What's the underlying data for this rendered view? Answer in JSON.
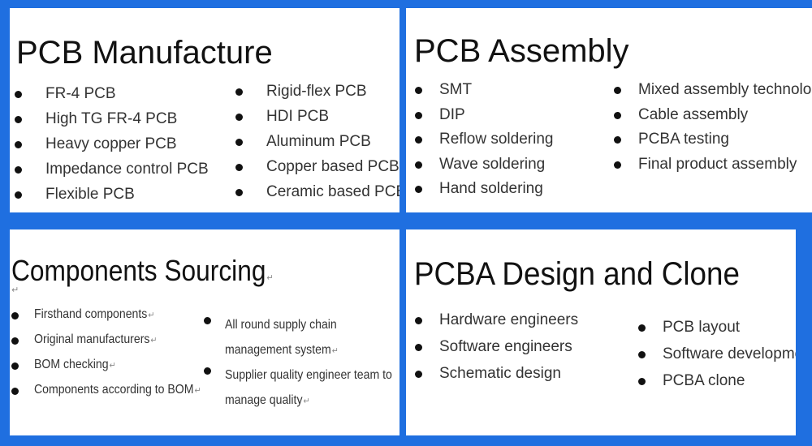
{
  "panels": {
    "manufacture": {
      "title": "PCB Manufacture",
      "col1": [
        "FR-4 PCB",
        "High TG FR-4 PCB",
        "Heavy copper PCB",
        "Impedance control PCB",
        "Flexible PCB"
      ],
      "col2": [
        "Rigid-flex PCB",
        "HDI PCB",
        "Aluminum PCB",
        "Copper based PCB",
        "Ceramic based PCB"
      ]
    },
    "assembly": {
      "title": "PCB Assembly",
      "col1": [
        "SMT",
        "DIP",
        "Reflow soldering",
        "Wave soldering",
        "Hand soldering"
      ],
      "col2": [
        "Mixed assembly technologies",
        "Cable assembly",
        "PCBA testing",
        "Final product assembly"
      ]
    },
    "sourcing": {
      "title": "Components Sourcing",
      "col1": [
        "Firsthand components",
        "Original manufacturers",
        "BOM checking",
        "Components according to BOM"
      ],
      "col2": [
        "All round supply chain management system",
        "Supplier quality engineer team to manage quality"
      ],
      "para_mark": "↵"
    },
    "design": {
      "title": "PCBA Design and Clone",
      "col1": [
        "Hardware engineers",
        "Software engineers",
        "Schematic design"
      ],
      "col2": [
        "PCB layout",
        "Software development",
        "PCBA clone"
      ]
    }
  },
  "colors": {
    "background": "#1f6fe0",
    "panel": "#ffffff",
    "bullet": "#111111"
  }
}
